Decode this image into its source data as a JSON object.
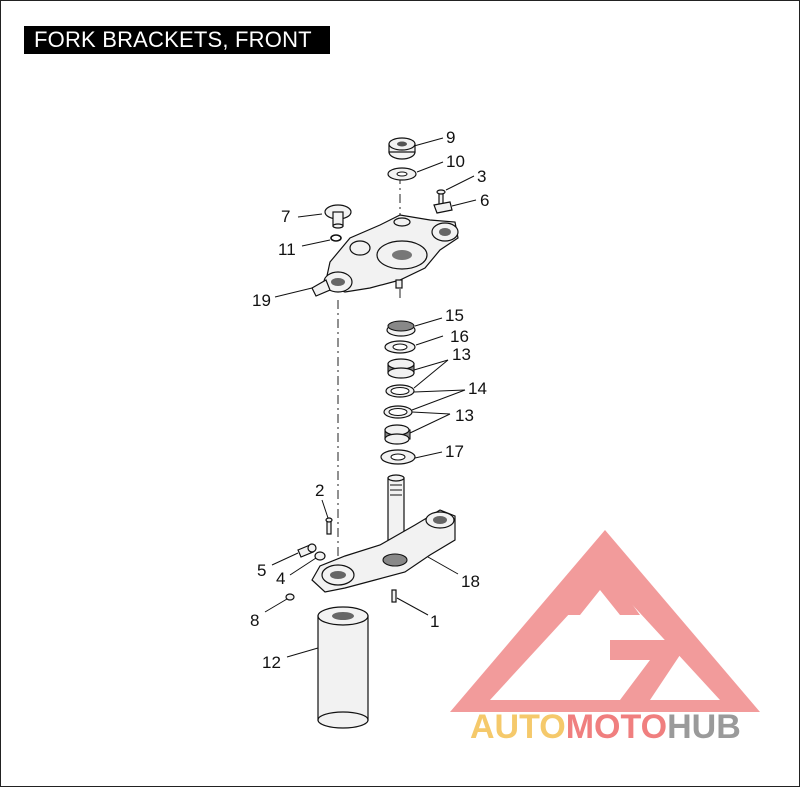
{
  "title": "FORK BRACKETS, FRONT",
  "callouts": {
    "c1": "1",
    "c2": "2",
    "c3": "3",
    "c4": "4",
    "c5": "5",
    "c6": "6",
    "c7": "7",
    "c8": "8",
    "c9": "9",
    "c10": "10",
    "c11": "11",
    "c12": "12",
    "c13a": "13",
    "c13b": "13",
    "c14": "14",
    "c15": "15",
    "c16": "16",
    "c17": "17",
    "c18": "18",
    "c19": "19"
  },
  "watermark": {
    "auto": "AUTO",
    "moto": "MOTO",
    "hub": "HUB",
    "colors": {
      "auto": "#f5c96b",
      "moto": "#f07f7f",
      "hub": "#9a9a9a",
      "logo": "#f08a8a"
    }
  }
}
